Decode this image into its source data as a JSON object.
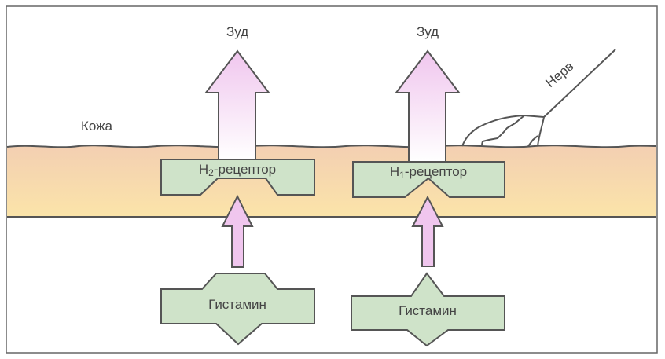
{
  "labels": {
    "itch_left": "Зуд",
    "itch_right": "Зуд",
    "skin": "Кожа",
    "nerve": "Нерв",
    "h2_receptor": {
      "base": "H",
      "sub": "2",
      "rest": "-рецептор"
    },
    "h1_receptor": {
      "base": "H",
      "sub": "1",
      "rest": "-рецептор"
    },
    "histamine_left": "Гистамин",
    "histamine_right": "Гистамин"
  },
  "colors": {
    "skin_top": "#f3cfb2",
    "skin_bottom": "#fbe4a9",
    "receptor_fill": "#cfe3c9",
    "arrow_pink": "#f0c6ee",
    "outline": "#555555"
  }
}
